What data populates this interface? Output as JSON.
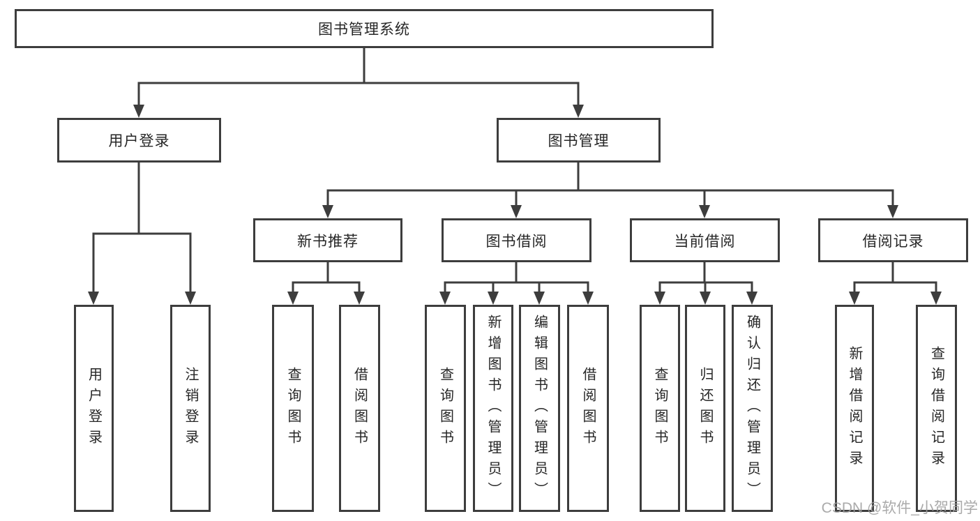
{
  "tree": {
    "root": "图书管理系统",
    "user_login": {
      "label": "用户登录",
      "children": {
        "login": "用户登录",
        "logout": "注销登录"
      }
    },
    "book_management": {
      "label": "图书管理",
      "sections": {
        "new_book_recommend": {
          "label": "新书推荐",
          "children": {
            "query_books": "查询图书",
            "borrow_books": "借阅图书"
          }
        },
        "book_borrow": {
          "label": "图书借阅",
          "children": {
            "query_books": "查询图书",
            "add_books": "新增图书（管理员）",
            "edit_books": "编辑图书（管理员）",
            "borrow_books": "借阅图书"
          }
        },
        "current_borrow": {
          "label": "当前借阅",
          "children": {
            "query_books": "查询图书",
            "return_books": "归还图书",
            "confirm_return": "确认归还（管理员）"
          }
        },
        "borrow_records": {
          "label": "借阅记录",
          "children": {
            "add_record": "新增借阅记录",
            "query_record": "查询借阅记录"
          }
        }
      }
    }
  },
  "watermark": "CSDN @软件_小贺同学",
  "colors": {
    "line": "#3d3d3d",
    "text": "#262626",
    "box_background": "#ffffff",
    "watermark": "#9e9e9e",
    "background": "#ffffff"
  }
}
